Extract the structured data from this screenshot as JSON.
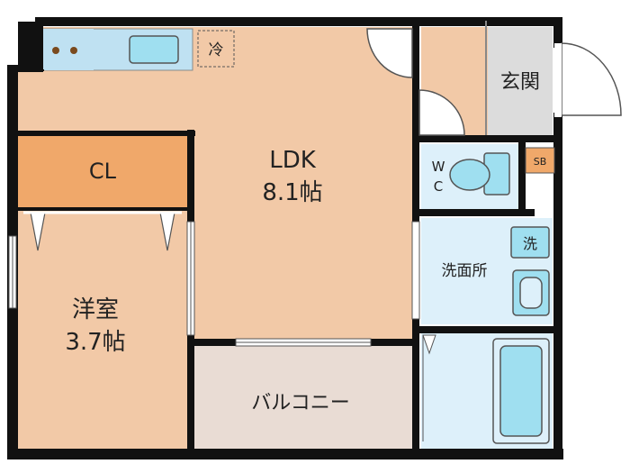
{
  "rooms": {
    "ldk": {
      "name": "LDK",
      "size": "8.1帖"
    },
    "western": {
      "name": "洋室",
      "size": "3.7帖"
    },
    "closet": {
      "name": "CL"
    },
    "entrance": {
      "name": "玄関"
    },
    "toilet": {
      "name_line1": "W",
      "name_line2": "C"
    },
    "washroom": {
      "name": "洗面所"
    },
    "balcony": {
      "name": "バルコニー"
    }
  },
  "fixtures": {
    "fridge": "冷",
    "washer": "洗",
    "shoe_box": "SB"
  },
  "colors": {
    "wall": "#111111",
    "floor_wood": "#f2c9a7",
    "closet": "#f0a86a",
    "wet_area": "#ddf0fa",
    "fixture": "#9fdff0",
    "entrance": "#dcdcdc",
    "balcony": "#e9dcd4",
    "kitchen_counter": "#bfe1f2"
  }
}
